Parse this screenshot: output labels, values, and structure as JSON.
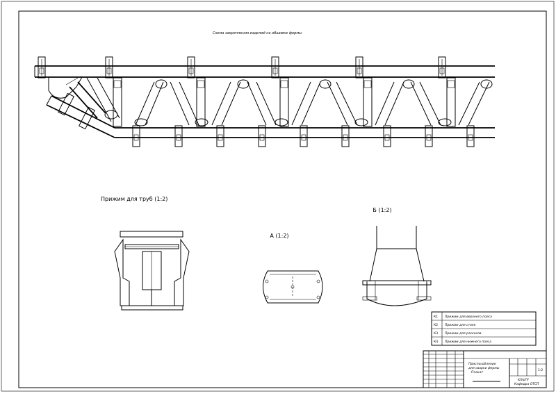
{
  "drawing": {
    "caption": "Схема закрепления изделий на обшивке фермы",
    "views": {
      "clamp_title": "Прижим для труб (1:2)",
      "view_a_title": "А (1:2)",
      "view_b_title": "Б (1:2)"
    },
    "legend": [
      {
        "code": "К1",
        "text": "Прижим для верхнего пояса"
      },
      {
        "code": "К2",
        "text": "Прижим для стоек"
      },
      {
        "code": "К3",
        "text": "Прижим для раскосов"
      },
      {
        "code": "К4",
        "text": "Прижим для нижнего пояса"
      }
    ],
    "title_block": {
      "name_line1": "Приспособление",
      "name_line2": "для сварки фермы",
      "name_line3": "Плакат",
      "scale": "1:2",
      "org": "ЮУрГУ",
      "dept": "Кафедра ОТСП"
    }
  }
}
